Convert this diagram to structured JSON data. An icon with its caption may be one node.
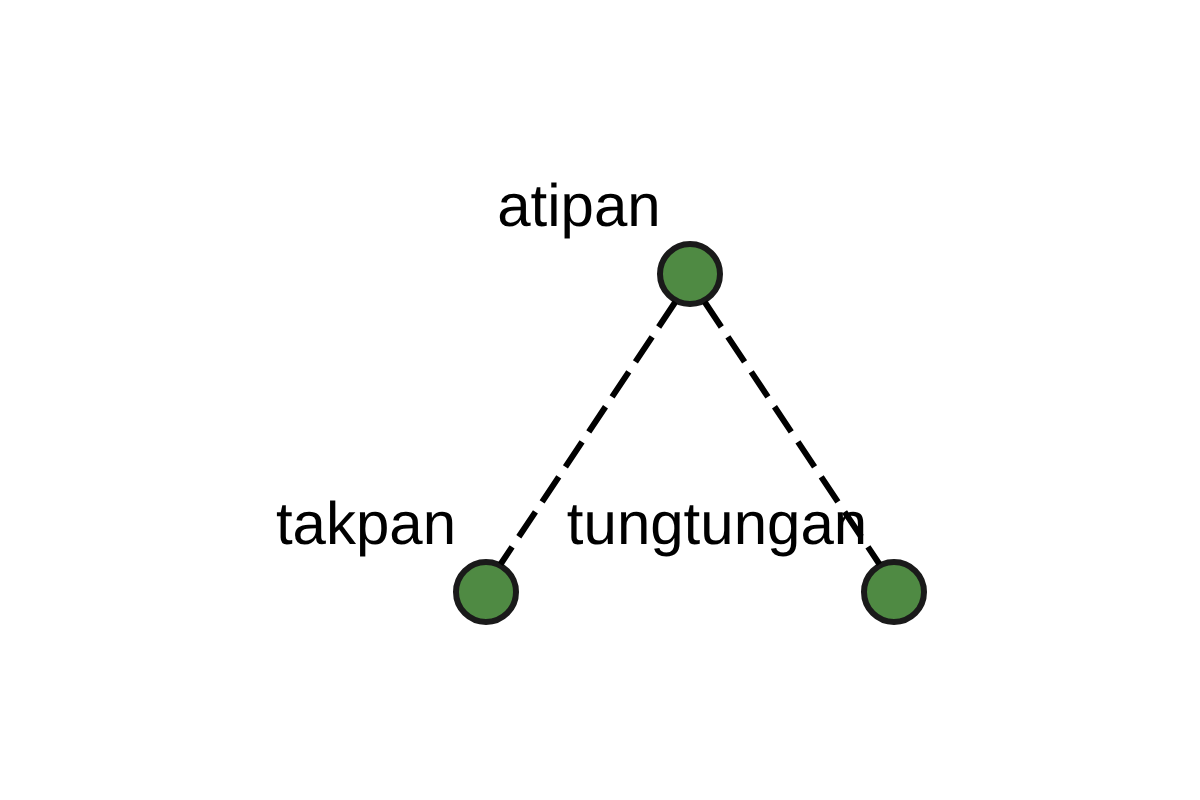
{
  "diagram": {
    "nodes": [
      {
        "text": [
          "takpan"
        ]
      },
      {
        "text": [
          "atipan"
        ]
      },
      {
        "text": [
          "tungtungan"
        ]
      }
    ],
    "edges": [
      {
        "from": 1,
        "to": 0,
        "arrow": "none",
        "style": "dashed"
      },
      {
        "from": 1,
        "to": 2,
        "arrow": "none",
        "style": "dashed"
      }
    ]
  }
}
